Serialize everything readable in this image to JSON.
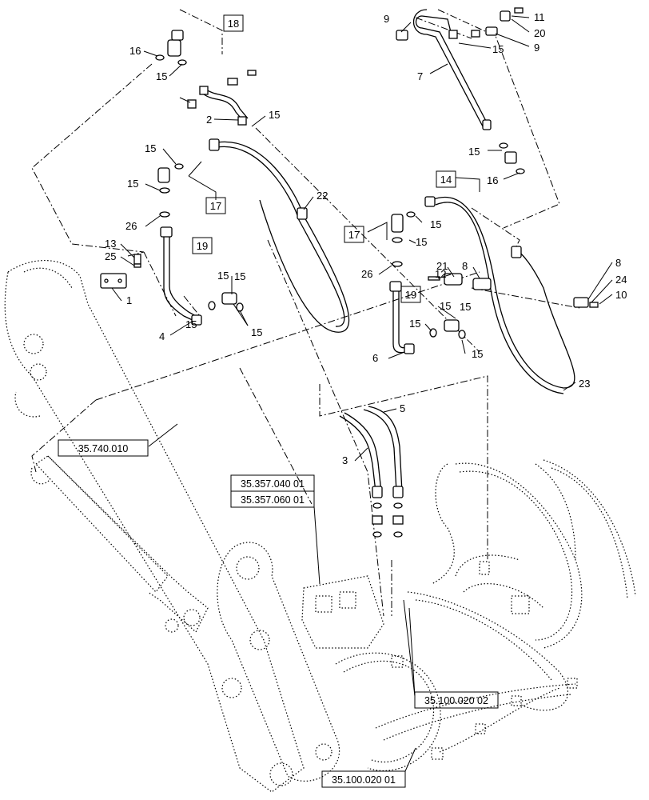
{
  "callouts": {
    "c1": "1",
    "c2": "2",
    "c3": "3",
    "c4": "4",
    "c5": "5",
    "c6": "6",
    "c7": "7",
    "c8a": "8",
    "c8b": "8",
    "c9a": "9",
    "c9b": "9",
    "c10": "10",
    "c11": "11",
    "c12": "12",
    "c13": "13",
    "c15a": "15",
    "c15b": "15",
    "c15c": "15",
    "c15d": "15",
    "c15e": "15",
    "c15f": "15",
    "c15g": "15",
    "c15h": "15",
    "c15i": "15",
    "c15j": "15",
    "c15k": "15",
    "c15l": "15",
    "c15m": "15",
    "c15n": "15",
    "c15o": "15",
    "c15p": "15",
    "c16a": "16",
    "c16b": "16",
    "c20": "20",
    "c21": "21",
    "c22": "22",
    "c23": "23",
    "c24": "24",
    "c25": "25",
    "c26a": "26",
    "c26b": "26"
  },
  "boxed": {
    "b14": "14",
    "b17a": "17",
    "b17b": "17",
    "b18": "18",
    "b19a": "19",
    "b19b": "19"
  },
  "references": {
    "r1": "35.740.010",
    "r2": "35.357.040 01",
    "r3": "35.357.060 01",
    "r4": "35.100.020 02",
    "r5": "35.100.020 01"
  }
}
